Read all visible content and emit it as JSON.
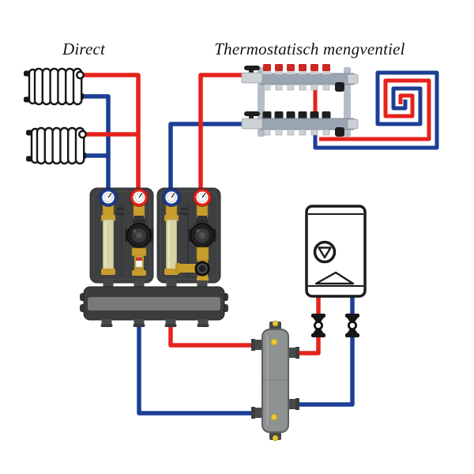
{
  "diagram": {
    "title_labels": {
      "direct_circuit": "Direct",
      "mixing_circuit": "Thermostatisch mengventiel"
    },
    "colors": {
      "supply_red": "#e5231b",
      "return_blue": "#1c3e95",
      "outline_black": "#1b1b1b",
      "insulation_dark": "#3e3f41",
      "block_dark": "#3b3c3d",
      "block_light": "#77797a",
      "stub_gray": "#48494b",
      "separator_gray": "#8f9293",
      "brass": "#c79e2b",
      "beige": "#d8d3a2",
      "rail_gray": "#b4bdc9",
      "bar_gray": "#9aa5b2",
      "silver": "#ccd1d6",
      "flowmeter_red": "#cc2722",
      "cap_black": "#1d1e1f",
      "yellow": "#e8c832",
      "pump_black": "#1e1f20",
      "label_ink": "#15140f"
    },
    "legend": {
      "supply_pipe_color_meaning": "red",
      "return_pipe_color_meaning": "blue"
    },
    "components": [
      {
        "name": "radiator",
        "count": 2,
        "sections_each": 6
      },
      {
        "name": "pump-group",
        "count": 2
      },
      {
        "name": "underfloor-manifold",
        "count": 1,
        "loop_ports": 6
      },
      {
        "name": "underfloor-heating-loop",
        "count": 1
      },
      {
        "name": "distribution-manifold-block",
        "count": 1
      },
      {
        "name": "hydraulic-separator",
        "count": 1
      },
      {
        "name": "boiler",
        "count": 1
      },
      {
        "name": "shutoff-valve",
        "count": 2
      }
    ]
  }
}
